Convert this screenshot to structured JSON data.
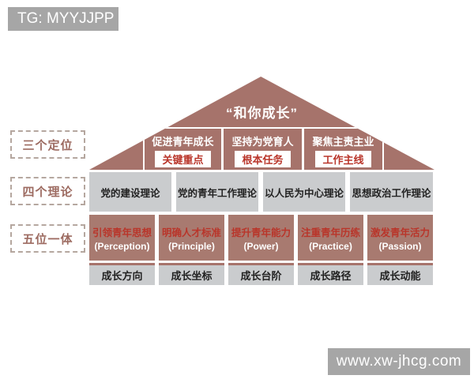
{
  "colors": {
    "roof": "#a6736b",
    "pillar_box": "#a87a70",
    "gray_box": "#caccce",
    "red_text": "#b9352a",
    "label_text": "#9d6b61",
    "watermark_bg": "#a6a6a6"
  },
  "watermarks": {
    "top_left": "TG: MYYJJPP",
    "bottom_right": "www.xw-jhcg.com"
  },
  "roof": {
    "title": "“和你成长”",
    "boxes": [
      {
        "title": "促进青年成长",
        "tag": "关键重点"
      },
      {
        "title": "坚持为党育人",
        "tag": "根本任务"
      },
      {
        "title": "聚焦主责主业",
        "tag": "工作主线"
      }
    ]
  },
  "side_labels": [
    {
      "label": "三个定位"
    },
    {
      "label": "四个理论"
    },
    {
      "label": "五位一体"
    }
  ],
  "theories": [
    {
      "label": "党的建设理论"
    },
    {
      "label": "党的青年工作理论"
    },
    {
      "label": "以人民为中心理论"
    },
    {
      "label": "思想政治工作理论"
    }
  ],
  "pillars": [
    {
      "title": "引领青年思想",
      "en": "(Perception)",
      "footer": "成长方向"
    },
    {
      "title": "明确人才标准",
      "en": "(Principle)",
      "footer": "成长坐标"
    },
    {
      "title": "提升青年能力",
      "en": "(Power)",
      "footer": "成长台阶"
    },
    {
      "title": "注重青年历练",
      "en": "(Practice)",
      "footer": "成长路径"
    },
    {
      "title": "激发青年活力",
      "en": "(Passion)",
      "footer": "成长动能"
    }
  ]
}
